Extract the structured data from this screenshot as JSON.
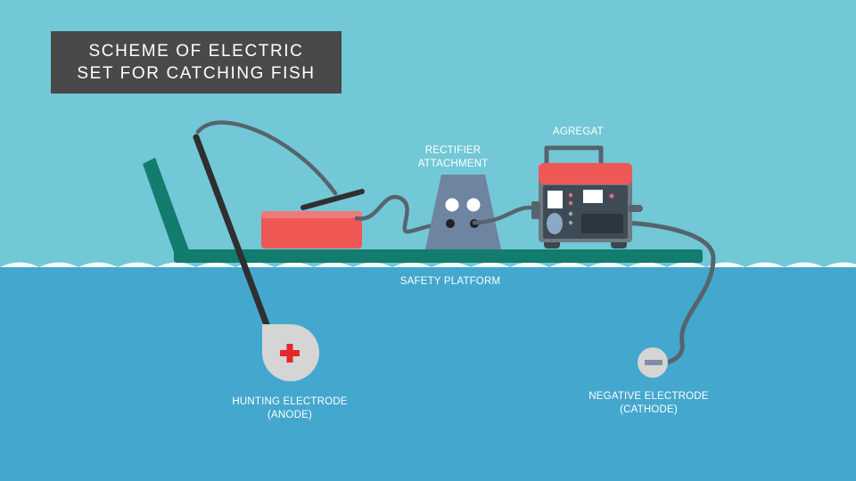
{
  "title": {
    "line1": "SCHEME OF ELECTRIC",
    "line2": "SET FOR CATCHING FISH"
  },
  "labels": {
    "agregat": "AGREGAT",
    "rectifier_line1": "RECTIFIER",
    "rectifier_line2": "ATTACHMENT",
    "safety_platform": "SAFETY PLATFORM",
    "hunting_line1": "HUNTING ELECTRODE",
    "hunting_line2": "(ANODE)",
    "negative_line1": "NEGATIVE ELECTRODE",
    "negative_line2": "(CATHODE)"
  },
  "colors": {
    "sky": "#72c8d6",
    "water": "#44a7ce",
    "wave": "#ffffff",
    "platform": "#127c6e",
    "red_box": "#ef5755",
    "generator_red": "#ef5755",
    "generator_body": "#6c7a84",
    "rectifier": "#6e84a0",
    "cable": "#56646e",
    "electrode": "#d5d5d5",
    "plus_sign": "#e5262b",
    "minus_sign": "#7d8ea4",
    "title_bg": "#494949"
  }
}
